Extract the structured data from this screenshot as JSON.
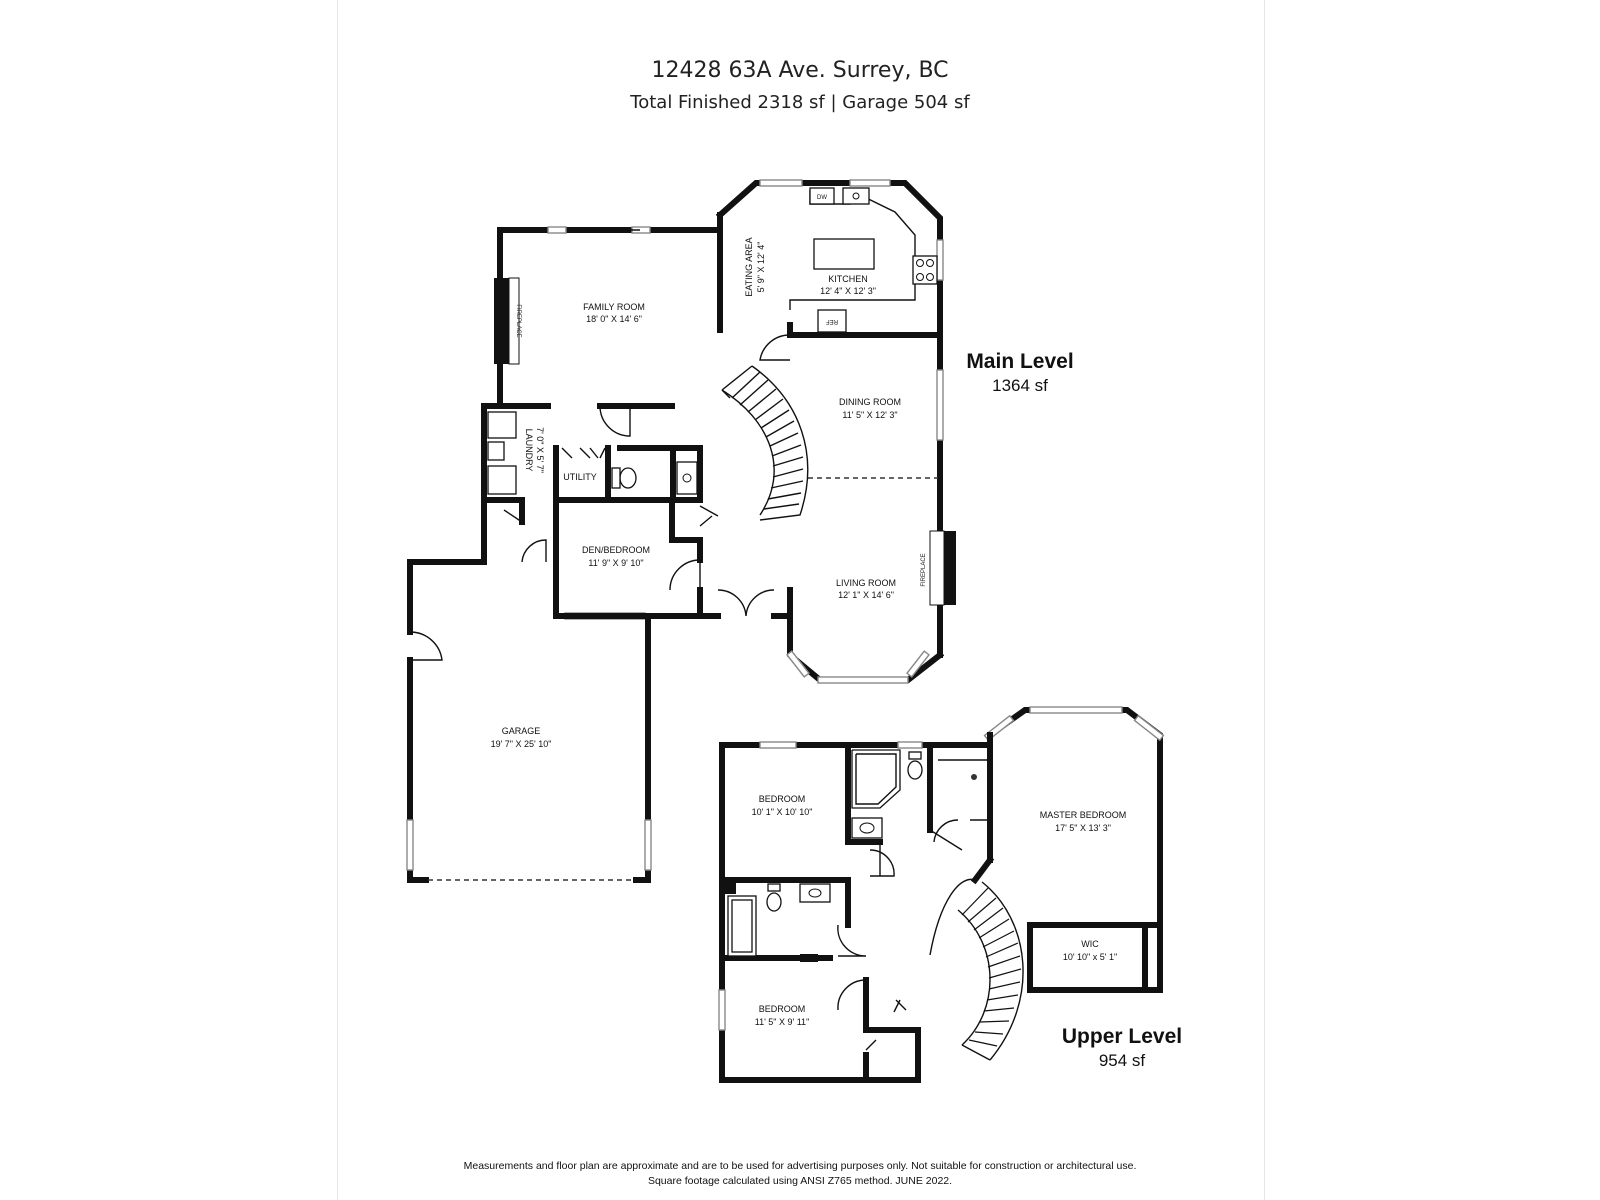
{
  "header": {
    "address": "12428 63A Ave. Surrey, BC",
    "summary": "Total Finished  2318 sf  |  Garage  504 sf"
  },
  "levels": {
    "main": {
      "name": "Main Level",
      "area": "1364 sf"
    },
    "upper": {
      "name": "Upper Level",
      "area": "954 sf"
    }
  },
  "rooms": {
    "family_room": {
      "name": "FAMILY ROOM",
      "dims": "18' 0\" X 14' 6\""
    },
    "eating_area": {
      "name": "EATING AREA",
      "dims": "5' 9\" X 12' 4\""
    },
    "kitchen": {
      "name": "KITCHEN",
      "dims": "12' 4\" X 12' 3\""
    },
    "dining_room": {
      "name": "DINING ROOM",
      "dims": "11' 5\" X 12' 3\""
    },
    "living_room": {
      "name": "LIVING ROOM",
      "dims": "12' 1\" X 14' 6\""
    },
    "laundry": {
      "name": "LAUNDRY",
      "dims": "7' 0\" X 5' 7\""
    },
    "utility": {
      "name": "UTILITY"
    },
    "den_bedroom": {
      "name": "DEN/BEDROOM",
      "dims": "11' 9\" X 9' 10\""
    },
    "garage": {
      "name": "GARAGE",
      "dims": "19' 7\" X 25' 10\""
    },
    "bedroom_1": {
      "name": "BEDROOM",
      "dims": "10' 1\" X 10' 10\""
    },
    "bedroom_2": {
      "name": "BEDROOM",
      "dims": "11' 5\" X 9' 11\""
    },
    "master_bedroom": {
      "name": "MASTER BEDROOM",
      "dims": "17' 5\" X 13' 3\""
    },
    "wic": {
      "name": "WIC",
      "dims": "10' 10\" x 5' 1\""
    }
  },
  "fixtures": {
    "fireplace_family": "FIREPLACE",
    "fireplace_living": "FIREPLACE",
    "dishwasher": "DW",
    "fridge": "REF"
  },
  "footer": {
    "line1": "Measurements and floor plan are approximate and are to be used for advertising purposes only. Not suitable for construction or architectural use.",
    "line2": "Square footage calculated using ANSI Z765 method. JUNE 2022."
  }
}
